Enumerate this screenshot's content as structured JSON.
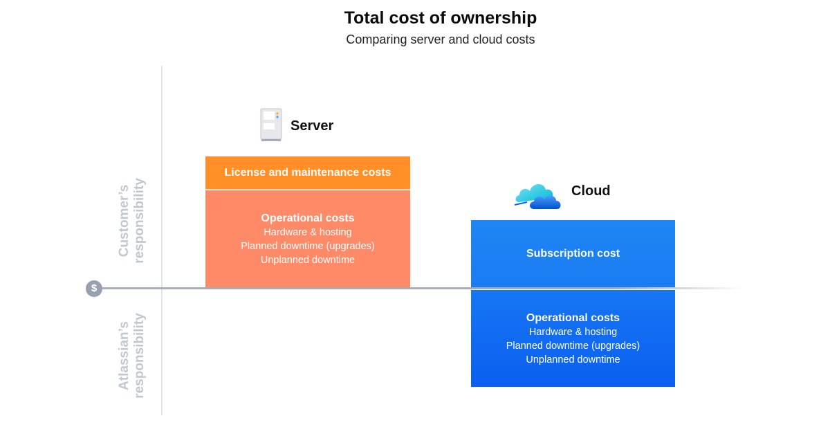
{
  "header": {
    "title": "Total cost of ownership",
    "subtitle": "Comparing server and cloud costs"
  },
  "axis": {
    "currency_symbol": "$",
    "upper_label_line1": "Customer’s",
    "upper_label_line2": "responsibility",
    "lower_label_line1": "Atlassian’s",
    "lower_label_line2": "responsibility"
  },
  "server": {
    "label": "Server",
    "icon": "server-icon",
    "license_box": "License and maintenance costs",
    "ops_title": "Operational costs",
    "ops_items": [
      "Hardware & hosting",
      "Planned downtime (upgrades)",
      "Unplanned downtime"
    ]
  },
  "cloud": {
    "label": "Cloud",
    "icon": "cloud-icon",
    "subscription_box": "Subscription cost",
    "ops_title": "Operational costs",
    "ops_items": [
      "Hardware & hosting",
      "Planned downtime (upgrades)",
      "Unplanned downtime"
    ]
  },
  "colors": {
    "license": "#ff8f26",
    "server_ops": "#ff8a68",
    "subscription": "#1e86f5",
    "cloud_ops": "#0b5ff0"
  }
}
